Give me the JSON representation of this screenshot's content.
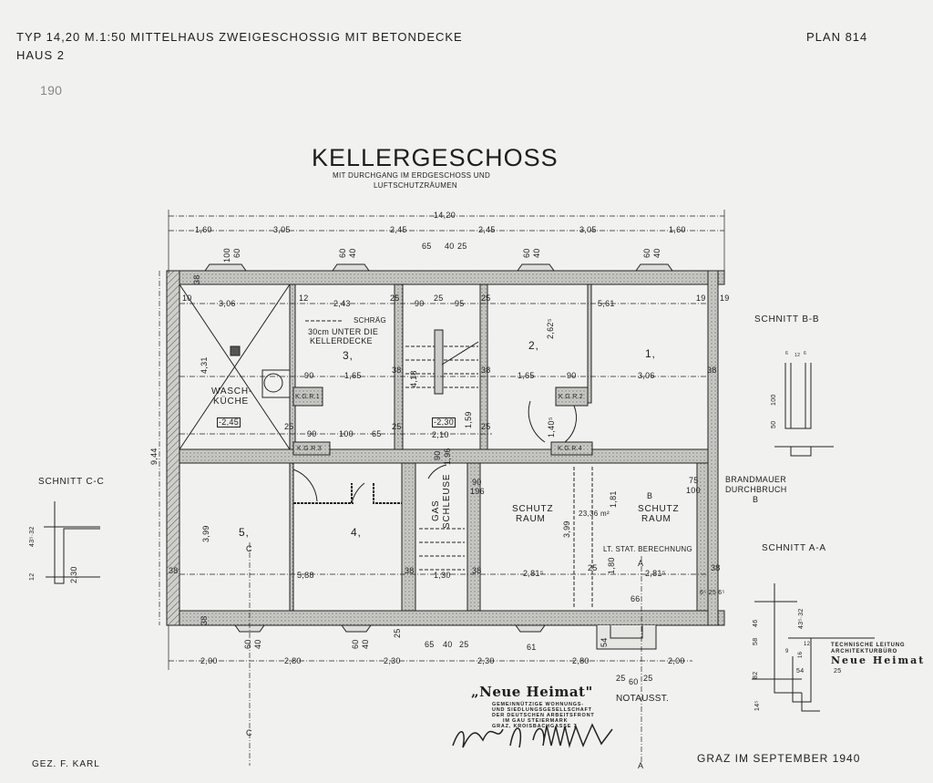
{
  "header": {
    "type_line": "TYP 14,20  M.1:50  MITTELHAUS ZWEIGESCHOSSIG MIT BETONDECKE",
    "house": "HAUS 2",
    "plan": "PLAN 814",
    "archive_no": "190"
  },
  "title": {
    "main": "KELLERGESCHOSS",
    "sub1": "MIT DURCHGANG IM ERDGESCHOSS UND",
    "sub2": "LUFTSCHUTZRÄUMEN"
  },
  "rooms": {
    "wasch1": "WASCH-",
    "wasch2": "KÜCHE",
    "level_wasch": "-2,45",
    "r3": "3,",
    "r3_note1": "30cm UNTER DIE",
    "r3_note2": "KELLERDECKE",
    "schraeg": "SCHRÄG",
    "r2": "2,",
    "r1": "1,",
    "kgr1": "K.G.R.1",
    "kgr2": "K.G.R.2",
    "kgr3": "K.G.R.3",
    "kgr4": "K.G.R.4",
    "level_hall": "-2,30",
    "r5": "5,",
    "r4": "4,",
    "gas": "GAS",
    "schleuse": "SCHLEUSE",
    "schutz1a": "SCHUTZ",
    "schutz1b": "RAUM",
    "schutz2a": "SCHUTZ",
    "schutz2b": "RAUM",
    "area": "23,36 m²",
    "stat": "LT. STAT. BERECHNUNG",
    "brand1": "BRANDMAUER",
    "brand2": "DURCHBRUCH",
    "b_mark": "B",
    "b_mark2": "B",
    "notaus": "NOTAUSST.",
    "c_mark": "C",
    "c_mark2": "C",
    "a_mark": "A",
    "a_mark2": "A"
  },
  "dims_top": [
    "14,20",
    "1,60",
    "3,05",
    "2,45",
    "2,45",
    "3,05",
    "1,60",
    "100",
    "60",
    "60",
    "40",
    "60",
    "40",
    "60",
    "40",
    "65",
    "40",
    "25",
    "38"
  ],
  "dims_upper": [
    "3,06",
    "10",
    "12",
    "2,43",
    "25",
    "90",
    "25",
    "95",
    "25",
    "5,61",
    "19",
    "19",
    "4,31",
    "90",
    "1,65",
    "38",
    "4,18",
    "38",
    "1,65",
    "90",
    "3,06",
    "38",
    "2,62⁵",
    "25",
    "90",
    "100",
    "65",
    "25",
    "2,10",
    "25",
    "1,40⁵",
    "1,59",
    "90",
    "1,96",
    "9,44"
  ],
  "dims_lower": [
    "3,99",
    "5,88",
    "38",
    "38",
    "38",
    "1,30",
    "38",
    "90",
    "196",
    "3,99",
    "1,81",
    "2,81⁵",
    "25",
    "1,80",
    "2,81⁵",
    "38",
    "66",
    "6⁵ 25 6⁵",
    "75",
    "100",
    "60",
    "40",
    "60",
    "40",
    "65",
    "40",
    "25",
    "61",
    "54",
    "25"
  ],
  "dims_bottom": [
    "2,00",
    "2,80",
    "2,30",
    "2,30",
    "2,80",
    "2,00",
    "25",
    "60",
    "25"
  ],
  "sections": {
    "bb": "SCHNITT B-B",
    "cc": "SCHNITT C-C",
    "aa": "SCHNITT A-A",
    "bb_dims": [
      "100",
      "50",
      "6",
      "12",
      "6"
    ],
    "cc_dims": [
      "43⁵·32",
      "12",
      "2,30"
    ],
    "aa_dims": [
      "58",
      "46",
      "43⁵·32",
      "12",
      "9",
      "16",
      "82",
      "54",
      "25",
      "14⁵"
    ]
  },
  "office": {
    "line1": "TECHNISCHE LEITUNG",
    "line2": "ARCHITEKTURBÜRO",
    "name": "Neue Heimat"
  },
  "stamp": {
    "name": "„Neue Heimat\"",
    "l1": "GEMEINNÜTZIGE WOHNUNGS-",
    "l2": "UND SIEDLUNGSGESELLSCHAFT",
    "l3": "DER DEUTSCHEN ARBEITSFRONT",
    "l4": "IM GAU STEIERMARK",
    "l5": "GRAZ, KROISBACHGASSE 7"
  },
  "footer": {
    "drawn_by": "GEZ. F. KARL",
    "place_date": "GRAZ IM SEPTEMBER 1940"
  },
  "colors": {
    "ink": "#1e1e1e",
    "paper": "#f1f1ef",
    "wall": "#bdbdb8"
  }
}
